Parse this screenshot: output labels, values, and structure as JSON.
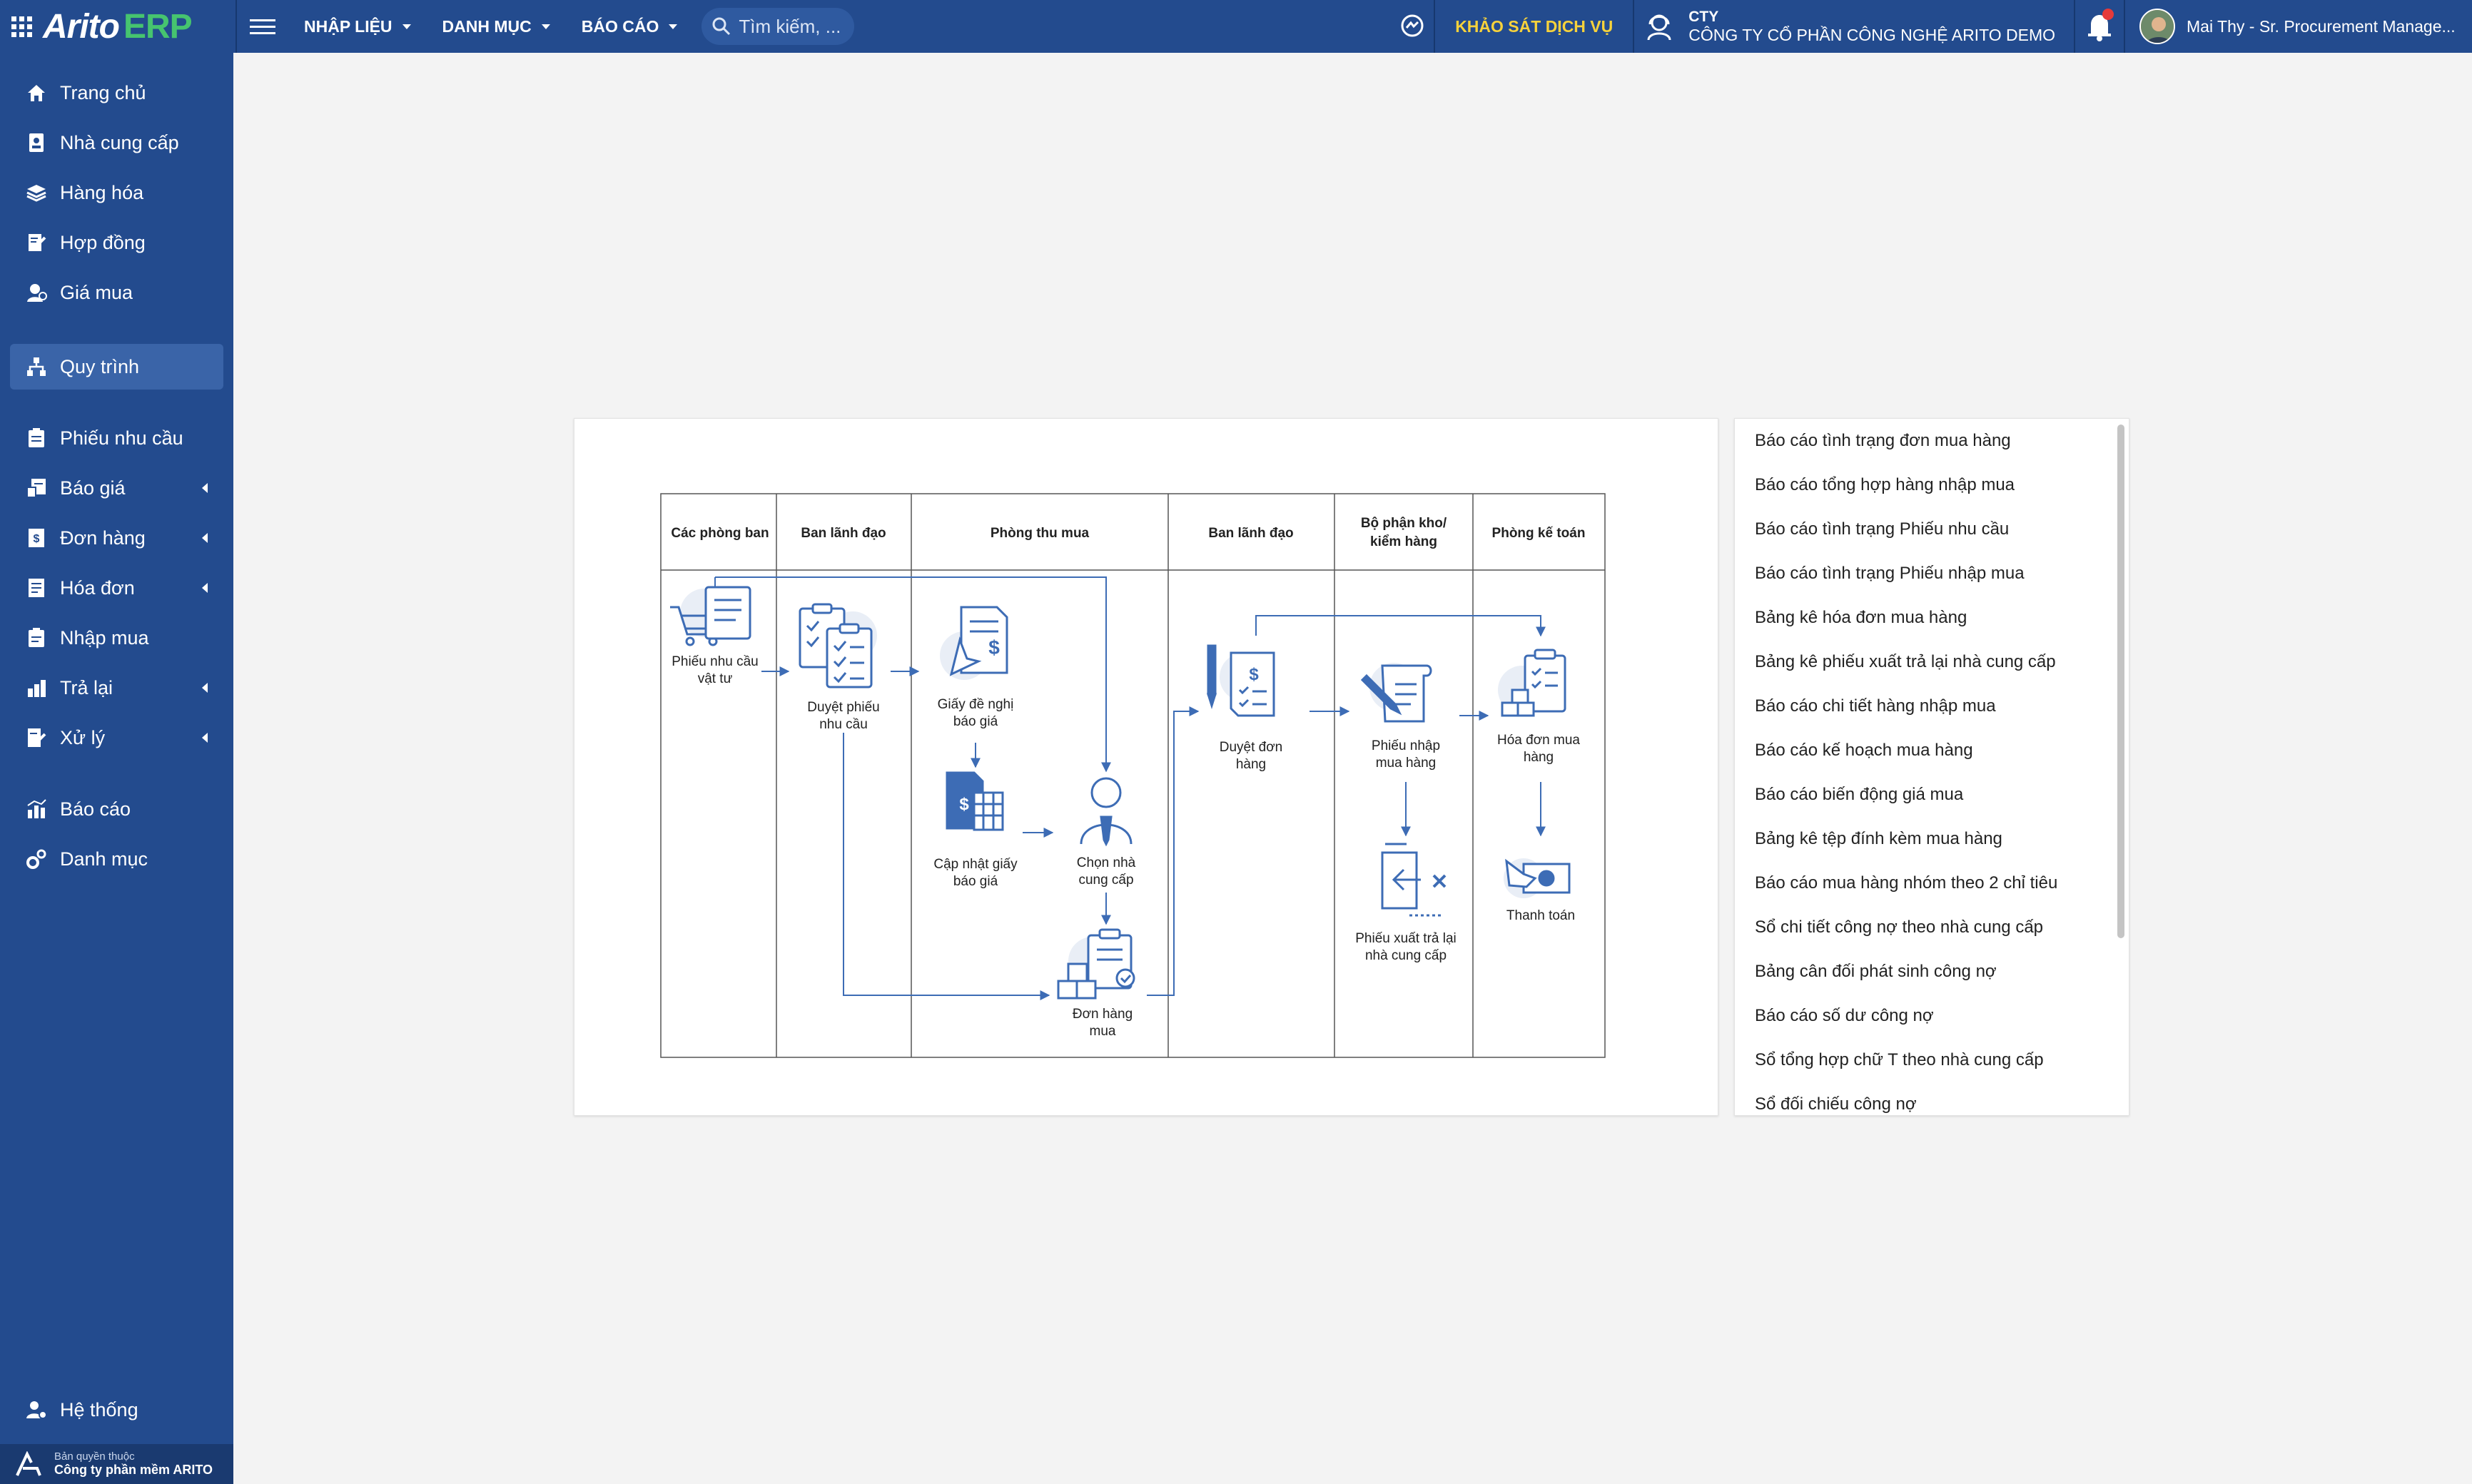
{
  "topbar": {
    "logo_main": "Arito",
    "logo_suffix": "ERP",
    "menus": [
      {
        "label": "NHẬP LIỆU"
      },
      {
        "label": "DANH MỤC"
      },
      {
        "label": "BÁO CÁO"
      }
    ],
    "search_placeholder": "Tìm kiếm, ...",
    "survey_label": "KHẢO SÁT DỊCH VỤ",
    "company_code": "CTY",
    "company_name": "CÔNG TY CỔ PHẦN CÔNG NGHỆ ARITO DEMO",
    "user_name": "Mai Thy - Sr. Procurement Manage..."
  },
  "sidebar": {
    "items": [
      {
        "label": "Trang chủ",
        "icon": "home-icon"
      },
      {
        "label": "Nhà cung cấp",
        "icon": "supplier-icon"
      },
      {
        "label": "Hàng hóa",
        "icon": "goods-icon"
      },
      {
        "label": "Hợp đồng",
        "icon": "contract-icon"
      },
      {
        "label": "Giá mua",
        "icon": "price-icon"
      },
      {
        "label": "Quy trình",
        "icon": "process-icon",
        "active": true
      },
      {
        "label": "Phiếu nhu cầu",
        "icon": "request-icon"
      },
      {
        "label": "Báo giá",
        "icon": "quote-icon",
        "expandable": true
      },
      {
        "label": "Đơn hàng",
        "icon": "order-icon",
        "expandable": true
      },
      {
        "label": "Hóa đơn",
        "icon": "invoice-icon",
        "expandable": true
      },
      {
        "label": "Nhập mua",
        "icon": "receipt-icon"
      },
      {
        "label": "Trả lại",
        "icon": "return-icon",
        "expandable": true
      },
      {
        "label": "Xử lý",
        "icon": "processing-icon",
        "expandable": true
      },
      {
        "label": "Báo cáo",
        "icon": "report-icon"
      },
      {
        "label": "Danh mục",
        "icon": "catalog-icon"
      }
    ],
    "system_label": "Hệ thống",
    "copyright_line1": "Bản quyền thuộc",
    "copyright_line2": "Công ty phần mềm ARITO"
  },
  "diagram": {
    "lanes": [
      {
        "title": "Các phòng ban"
      },
      {
        "title": "Ban lãnh đạo"
      },
      {
        "title": "Phòng thu mua"
      },
      {
        "title": "Ban lãnh đạo"
      },
      {
        "title_line1": "Bộ phận kho/",
        "title_line2": "kiểm hàng"
      },
      {
        "title": "Phòng kế toán"
      }
    ],
    "nodes": {
      "request": {
        "l1": "Phiếu nhu cầu",
        "l2": "vật tư"
      },
      "approve_request": {
        "l1": "Duyệt phiếu",
        "l2": "nhu cầu"
      },
      "quote_request": {
        "l1": "Giấy đề nghị",
        "l2": "báo giá"
      },
      "update_quote": {
        "l1": "Cập nhật giấy",
        "l2": "báo giá"
      },
      "choose_supplier": {
        "l1": "Chọn nhà",
        "l2": "cung cấp"
      },
      "purchase_order": {
        "l1": "Đơn hàng",
        "l2": "mua"
      },
      "approve_order": {
        "l1": "Duyệt đơn",
        "l2": "hàng"
      },
      "goods_receipt": {
        "l1": "Phiếu nhập",
        "l2": "mua hàng"
      },
      "return_slip": {
        "l1": "Phiếu xuất trả lại",
        "l2": "nhà cung cấp"
      },
      "purchase_invoice": {
        "l1": "Hóa đơn mua",
        "l2": "hàng"
      },
      "payment": {
        "l1": "Thanh toán"
      }
    }
  },
  "reports": {
    "items": [
      "Báo cáo tình trạng đơn mua hàng",
      "Báo cáo tổng hợp hàng nhập mua",
      "Báo cáo tình trạng Phiếu nhu cầu",
      "Báo cáo tình trạng Phiếu nhập mua",
      "Bảng kê hóa đơn mua hàng",
      "Bảng kê phiếu xuất trả lại nhà cung cấp",
      "Báo cáo chi tiết hàng nhập mua",
      "Báo cáo kế hoạch mua hàng",
      "Báo cáo biến động giá mua",
      "Bảng kê tệp đính kèm mua hàng",
      "Báo cáo mua hàng nhóm theo 2 chỉ tiêu",
      "Sổ chi tiết công nợ theo nhà cung cấp",
      "Bảng cân đối phát sinh công nợ",
      "Báo cáo số dư công nợ",
      "Sổ tổng hợp chữ T theo nhà cung cấp",
      "Sổ đối chiếu công nợ"
    ]
  },
  "colors": {
    "brand": "#234b8e",
    "accent_green": "#46c46f",
    "survey_yellow": "#f7d23b",
    "icon_blue": "#3d6cb5"
  }
}
